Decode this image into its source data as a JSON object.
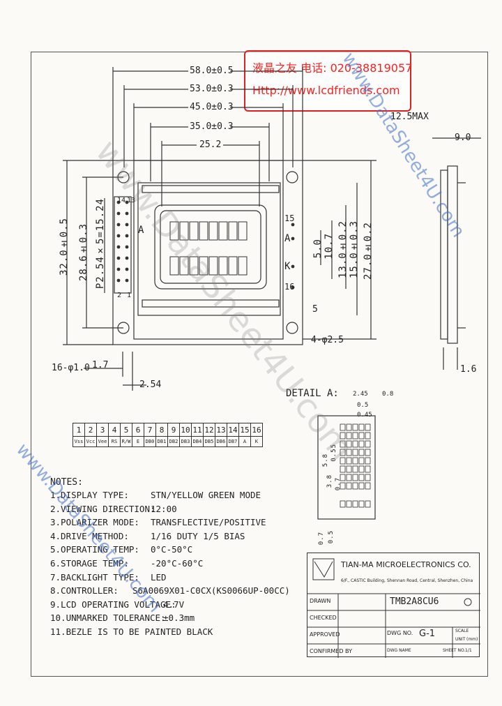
{
  "stamp": {
    "line1": "液晶之友 电话: 020-38819057",
    "line2": "Http://www.lcdfriends.com"
  },
  "dimensions": {
    "d58": "58.0±0.5",
    "d53": "53.0±0.3",
    "d45": "45.0±0.3",
    "d35": "35.0±0.3",
    "d252": "25.2",
    "d90": "9.0",
    "d125": "12.5MAX",
    "v32": "32.0±0.5",
    "v286": "28.6±0.3",
    "vpitch": "P2.54×5=15.24",
    "v50": "5.0",
    "v107": "10.7",
    "v130": "13.0±0.2",
    "v150": "15.0±0.3",
    "v270": "27.0±0.2",
    "pin1": "1",
    "pin2": "2",
    "pin14": "14",
    "pin13": "13",
    "pin15": "15",
    "pin16": "16",
    "labelA_left": "A",
    "labelA_right": "A",
    "labelK": "K",
    "d5": "5",
    "holes4": "4-φ2.5",
    "holes16": "16-φ1.0",
    "d17": "1.7",
    "d254": "2.54",
    "d16": "1.6"
  },
  "detail": {
    "title": "DETAIL A:",
    "d245": "2.45",
    "d08": "0.8",
    "d05": "0.5",
    "d045": "0.45",
    "d58v": "5.8",
    "d55v": "0.55",
    "d07v": "0.7",
    "d38v": "3.8",
    "d07b": "0.7",
    "d05b": "0.5"
  },
  "pins": {
    "numbers": [
      "1",
      "2",
      "3",
      "4",
      "5",
      "6",
      "7",
      "8",
      "9",
      "10",
      "11",
      "12",
      "13",
      "14",
      "15",
      "16"
    ],
    "signals": [
      "Vss",
      "Vcc",
      "Vee",
      "RS",
      "R/W",
      "E",
      "DB0",
      "DB1",
      "DB2",
      "DB3",
      "DB4",
      "DB5",
      "DB6",
      "DB7",
      "A",
      "K"
    ]
  },
  "notes": {
    "title": "NOTES:",
    "rows": [
      {
        "label": "1.DISPLAY TYPE:",
        "value": "STN/YELLOW GREEN MODE"
      },
      {
        "label": "2.VIEWING DIRECTION:",
        "value": "12:00"
      },
      {
        "label": "3.POLARIZER MODE:",
        "value": "TRANSFLECTIVE/POSITIVE"
      },
      {
        "label": "4.DRIVE METHOD:",
        "value": "1/16 DUTY    1/5 BIAS"
      },
      {
        "label": "5.OPERATING TEMP:",
        "value": "0°C-50°C"
      },
      {
        "label": "6.STORAGE TEMP:",
        "value": "-20°C-60°C"
      },
      {
        "label": "7.BACKLIGHT TYPE:",
        "value": "LED"
      },
      {
        "label": "8.CONTROLLER:",
        "value": "S6A0069X01-C0CX(KS0066UP-00CC)"
      },
      {
        "label": "9.LCD OPERATING VOLTAGE:",
        "value": "4.7V"
      },
      {
        "label": "10.UNMARKED TOLERANCE:",
        "value": "±0.3mm"
      },
      {
        "label": "11.BEZLE IS TO BE PAINTED BLACK",
        "value": ""
      }
    ]
  },
  "titleblock": {
    "company": "TIAN-MA MICROELECTRONICS CO.",
    "address": "6/F., CASTIC Building, Shennan Road, Central, Shenzhen, China",
    "drawn": "DRAWN",
    "checked": "CHECKED",
    "approved": "APPROVED",
    "confirmed": "CONFIRMED BY",
    "part": "TMB2A8CU6",
    "dwg_no_label": "DWG NO.",
    "dwg_no": "G-1",
    "scale": "SCALE",
    "unit": "UNIT",
    "unit_val": "(mm)",
    "sheet": "SHEET NO.",
    "sheet_val": "1/1",
    "dwg_name": "DWG NAME"
  },
  "watermarks": {
    "main": "www.DataSheet4U.com",
    "blue1": "www.DataSheet4U.com",
    "blue2": "www.DataSheet4U.com"
  }
}
